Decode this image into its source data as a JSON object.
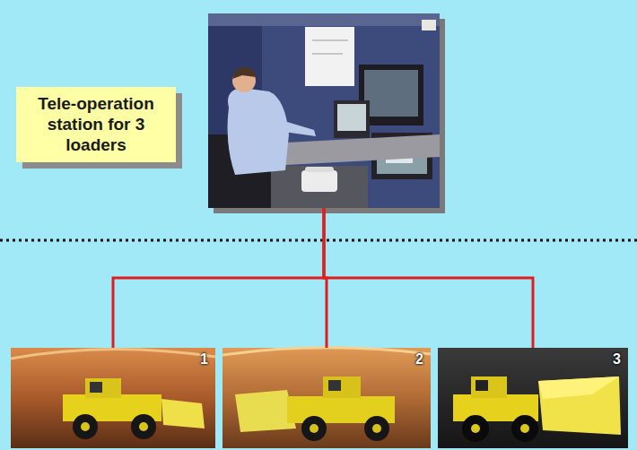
{
  "diagram": {
    "nodes": [
      {
        "text": [
          "Tele-operation station for 3 loaders"
        ]
      },
      {
        "text": [
          "1"
        ]
      },
      {
        "text": [
          "2"
        ]
      },
      {
        "text": [
          "3"
        ]
      }
    ],
    "edges": [
      {
        "from": 0,
        "to": 1,
        "arrow": "none"
      },
      {
        "from": 0,
        "to": 2,
        "arrow": "none"
      },
      {
        "from": 0,
        "to": 3,
        "arrow": "none"
      }
    ]
  }
}
